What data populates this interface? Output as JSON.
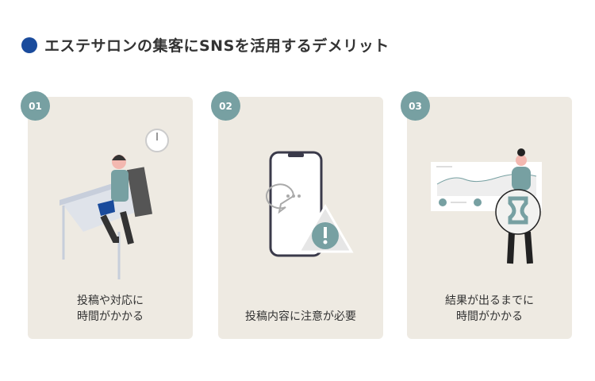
{
  "title": "エステサロンの集客にSNSを活用するデメリット",
  "colors": {
    "accent": "#1a4b9c",
    "badge": "#77a0a2",
    "card": "#eeeae2"
  },
  "cards": [
    {
      "number": "01",
      "caption": "投稿や対応に\n時間がかかる",
      "illustration": "person-at-desk-with-clock"
    },
    {
      "number": "02",
      "caption": "投稿内容に注意が必要",
      "illustration": "phone-with-warning-icon"
    },
    {
      "number": "03",
      "caption": "結果が出るまでに\n時間がかかる",
      "illustration": "woman-with-hourglass-chart"
    }
  ]
}
